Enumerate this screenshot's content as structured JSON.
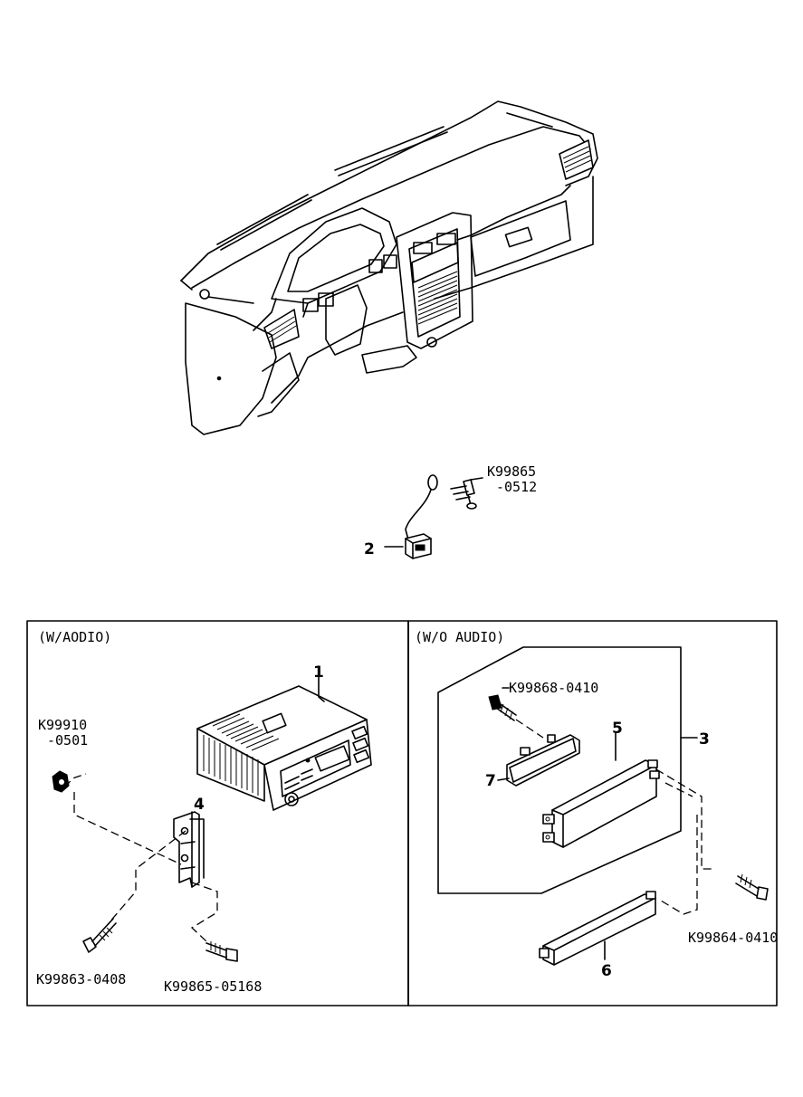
{
  "sections": {
    "with_audio": "(W/AODIO)",
    "without_audio": "(W/O AUDIO)"
  },
  "callouts": {
    "c1": "1",
    "c2": "2",
    "c3": "3",
    "c4": "4",
    "c5": "5",
    "c6": "6",
    "c7": "7"
  },
  "part_numbers": {
    "bolt_top_line1": "K99865",
    "bolt_top_line2": "-0512",
    "clip_line1": "K99910",
    "clip_line2": "-0501",
    "bolt_left": "K99863-0408",
    "bolt_bottom": "K99865-05168",
    "bolt_wo_top": "K99868-0410",
    "bolt_wo_right": "K99864-0410"
  }
}
